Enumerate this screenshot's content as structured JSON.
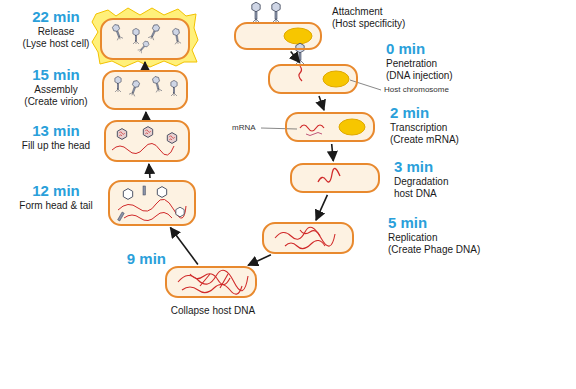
{
  "diagram": {
    "nodes": [
      {
        "text": [
          "Attachment",
          "(Host specificity)"
        ]
      },
      {
        "text": [
          "0 min",
          "Penetration",
          "(DNA injection)"
        ]
      },
      {
        "text": [
          "2 min",
          "Transcription",
          "(Create mRNA)"
        ]
      },
      {
        "text": [
          "3 min",
          "Degradation host DNA"
        ]
      },
      {
        "text": [
          "5 min",
          "Replication",
          "(Create Phage DNA)"
        ]
      },
      {
        "text": [
          "9 min",
          "Collapse host DNA"
        ]
      },
      {
        "text": [
          "12 min",
          "Form head & tail"
        ]
      },
      {
        "text": [
          "13 min",
          "Fill up the head"
        ]
      },
      {
        "text": [
          "15 min",
          "Assembly",
          "(Create virion)"
        ]
      },
      {
        "text": [
          "22 min",
          "Release",
          "(Lyse host cell)"
        ]
      }
    ],
    "edges": [
      {
        "from": 0,
        "to": 1,
        "arrow": "to"
      },
      {
        "from": 1,
        "to": 2,
        "arrow": "to"
      },
      {
        "from": 2,
        "to": 3,
        "arrow": "to"
      },
      {
        "from": 3,
        "to": 4,
        "arrow": "to"
      },
      {
        "from": 4,
        "to": 5,
        "arrow": "to"
      },
      {
        "from": 5,
        "to": 6,
        "arrow": "to"
      },
      {
        "from": 6,
        "to": 7,
        "arrow": "to"
      },
      {
        "from": 7,
        "to": 8,
        "arrow": "to"
      },
      {
        "from": 8,
        "to": 9,
        "arrow": "to"
      }
    ],
    "labels": [
      "Host chromosome",
      "mRNA"
    ]
  }
}
